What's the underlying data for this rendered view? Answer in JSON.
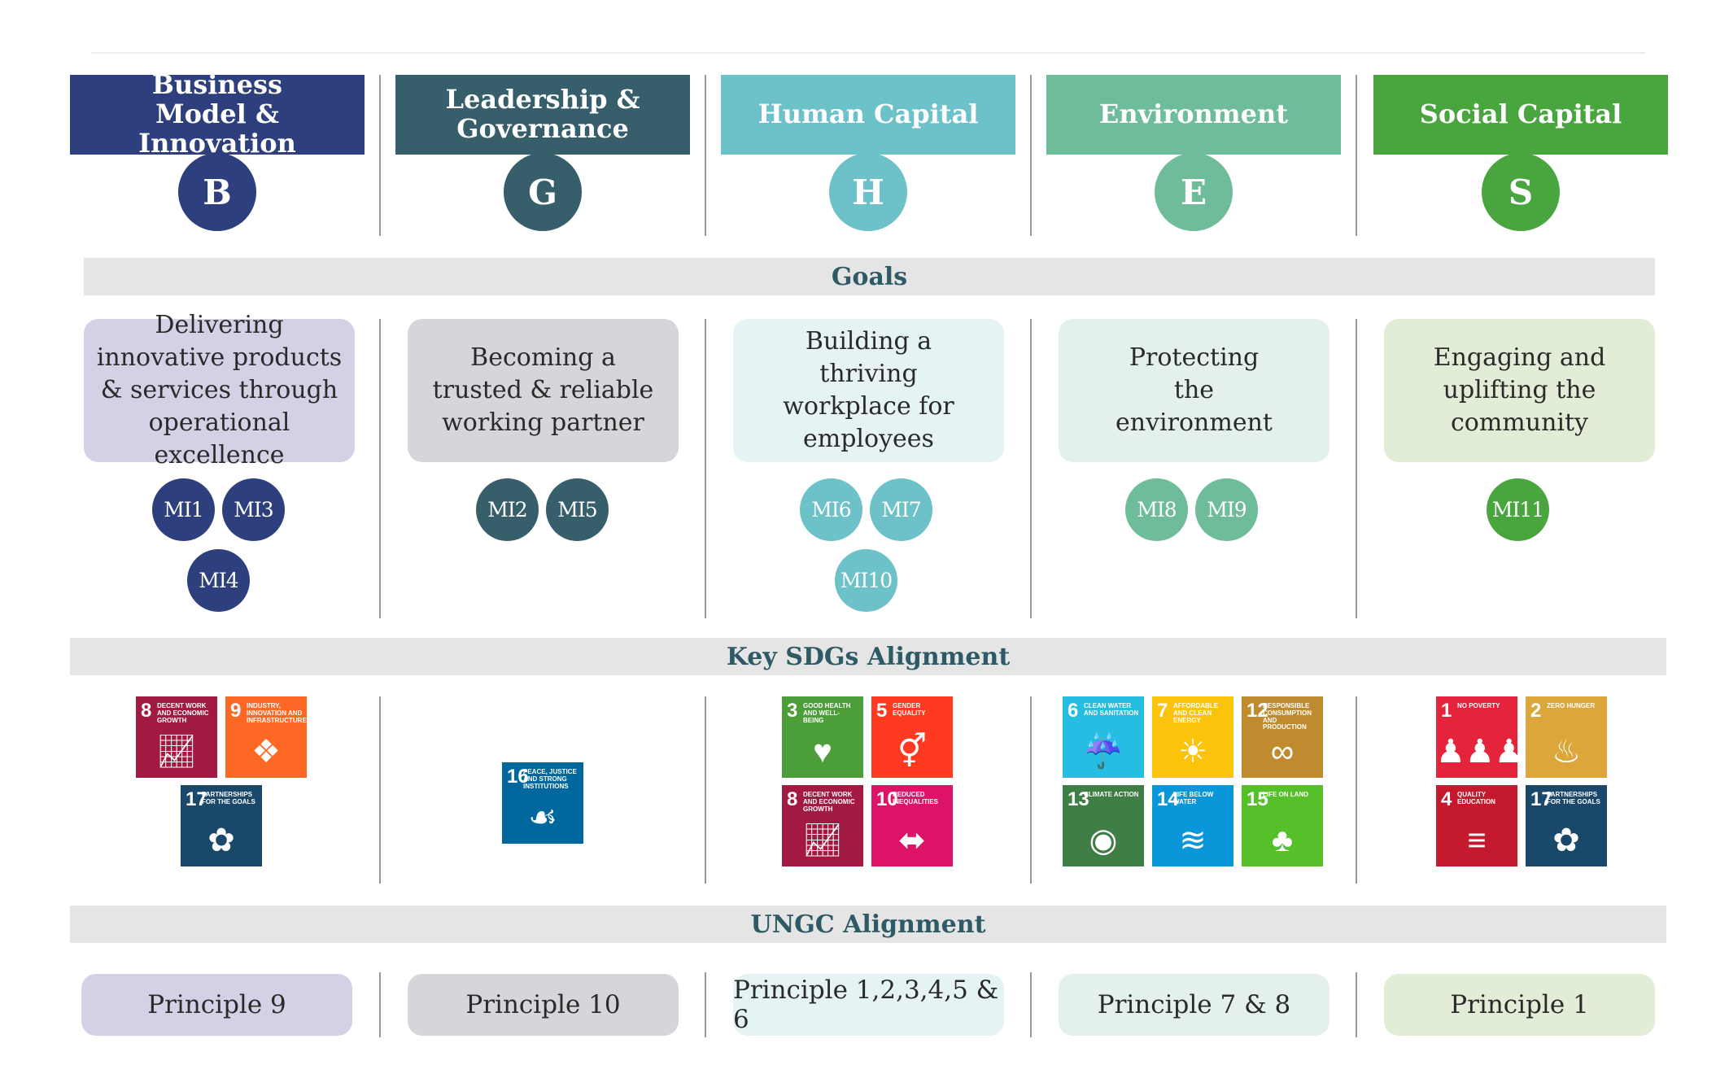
{
  "pillars": [
    {
      "title": "Business Model & Innovation",
      "letter": "B",
      "color": "#2d3f7c",
      "goal": "Delivering innovative products & services through operational excellence",
      "goal_bg": "#d4d0e5",
      "mis": [
        "MI1",
        "MI3",
        "MI4"
      ],
      "principle": "Principle 9",
      "principle_bg": "#d4d0e5"
    },
    {
      "title": "Leadership & Governance",
      "letter": "G",
      "color": "#365e6b",
      "goal": "Becoming a trusted & reliable working partner",
      "goal_bg": "#d5d6da",
      "mis": [
        "MI2",
        "MI5"
      ],
      "principle": "Principle 10",
      "principle_bg": "#d5d6da"
    },
    {
      "title": "Human Capital",
      "letter": "H",
      "color": "#6dc1c8",
      "goal": "Building a thriving workplace for employees",
      "goal_bg": "#e6f3f4",
      "mis": [
        "MI6",
        "MI7",
        "MI10"
      ],
      "principle": "Principle 1,2,3,4,5 & 6",
      "principle_bg": "#e6f3f4"
    },
    {
      "title": "Environment",
      "letter": "E",
      "color": "#6fbc9a",
      "goal": "Protecting the environment",
      "goal_bg": "#e4f1ea",
      "mis": [
        "MI8",
        "MI9"
      ],
      "principle": "Principle 7 & 8",
      "principle_bg": "#e4f1ea"
    },
    {
      "title": "Social Capital",
      "letter": "S",
      "color": "#49a53e",
      "goal": "Engaging and uplifting the community",
      "goal_bg": "#e2edd7",
      "mis": [
        "MI11"
      ],
      "principle": "Principle 1",
      "principle_bg": "#e2edd7"
    }
  ],
  "bands": {
    "goals": "Goals",
    "sdgs": "Key SDGs Alignment",
    "ungc": "UNGC Alignment"
  },
  "sdg_tiles": {
    "sdg1": {
      "num": "1",
      "label": "No Poverty",
      "color": "#e5243b",
      "icon": "family-icon"
    },
    "sdg2": {
      "num": "2",
      "label": "Zero Hunger",
      "color": "#dda63a",
      "icon": "bowl-icon"
    },
    "sdg3": {
      "num": "3",
      "label": "Good Health and Well-Being",
      "color": "#4c9f38",
      "icon": "heartbeat-icon"
    },
    "sdg4": {
      "num": "4",
      "label": "Quality Education",
      "color": "#c5192d",
      "icon": "book-icon"
    },
    "sdg5": {
      "num": "5",
      "label": "Gender Equality",
      "color": "#ff3a21",
      "icon": "gender-icon"
    },
    "sdg6": {
      "num": "6",
      "label": "Clean Water and Sanitation",
      "color": "#26bde2",
      "icon": "water-glass-icon"
    },
    "sdg7": {
      "num": "7",
      "label": "Affordable and Clean Energy",
      "color": "#fcc30b",
      "icon": "sun-icon"
    },
    "sdg8": {
      "num": "8",
      "label": "Decent Work and Economic Growth",
      "color": "#a21942",
      "icon": "growth-chart-icon"
    },
    "sdg9": {
      "num": "9",
      "label": "Industry, Innovation and Infrastructure",
      "color": "#fd6925",
      "icon": "cubes-icon"
    },
    "sdg10": {
      "num": "10",
      "label": "Reduced Inequalities",
      "color": "#dd1367",
      "icon": "equality-arrows-icon"
    },
    "sdg12": {
      "num": "12",
      "label": "Responsible Consumption and Production",
      "color": "#bf8b2e",
      "icon": "infinity-icon"
    },
    "sdg13": {
      "num": "13",
      "label": "Climate Action",
      "color": "#3f7e44",
      "icon": "eye-globe-icon"
    },
    "sdg14": {
      "num": "14",
      "label": "Life Below Water",
      "color": "#0a97d9",
      "icon": "fish-icon"
    },
    "sdg15": {
      "num": "15",
      "label": "Life on Land",
      "color": "#56c02b",
      "icon": "tree-icon"
    },
    "sdg16": {
      "num": "16",
      "label": "Peace, Justice and Strong Institutions",
      "color": "#00689d",
      "icon": "dove-icon"
    },
    "sdg17": {
      "num": "17",
      "label": "Partnerships for the Goals",
      "color": "#19486a",
      "icon": "flower-rings-icon"
    }
  }
}
